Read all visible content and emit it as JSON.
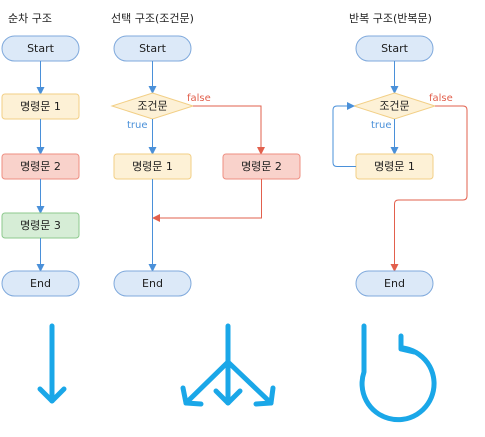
{
  "sequential": {
    "title": "순차 구조",
    "start": "Start",
    "statements": [
      "명령문 1",
      "명령문 2",
      "명령문 3"
    ],
    "end": "End"
  },
  "selection": {
    "title": "선택 구조(조건문)",
    "start": "Start",
    "condition": "조건문",
    "true_label": "true",
    "false_label": "false",
    "statement_true": "명령문 1",
    "statement_false": "명령문 2",
    "end": "End"
  },
  "iteration": {
    "title": "반복 구조(반복문)",
    "start": "Start",
    "condition": "조건문",
    "true_label": "true",
    "false_label": "false",
    "statement": "명령문 1",
    "end": "End"
  },
  "colors": {
    "terminal_fill": "#dce9f8",
    "statement_yellow": "#fdf1d6",
    "statement_red": "#f9d2cb",
    "statement_green": "#d6edd6",
    "arrow_blue": "#4a90d9",
    "arrow_red": "#e2604d",
    "icon_blue": "#1aa7e8"
  },
  "icons": [
    "down-arrow-icon",
    "branch-arrows-icon",
    "loop-arrow-icon"
  ]
}
